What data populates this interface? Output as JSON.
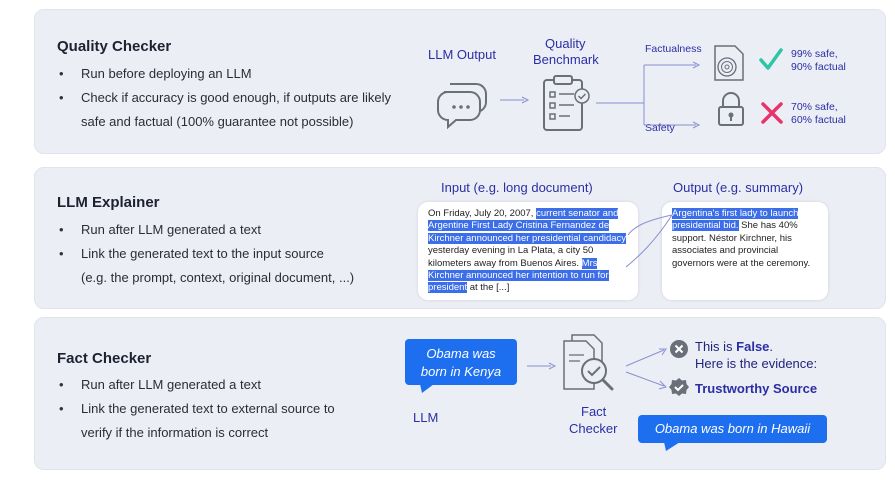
{
  "quality_checker": {
    "title": "Quality Checker",
    "bullets": [
      "Run before deploying an LLM",
      "Check if accuracy is good enough, if outputs are likely",
      "safe and factual (100% guarantee not possible)"
    ],
    "llm_output_label": "LLM Output",
    "benchmark_label_1": "Quality",
    "benchmark_label_2": "Benchmark",
    "factualness_label": "Factualness",
    "safety_label": "Safety",
    "result_good_1": "99% safe,",
    "result_good_2": "90% factual",
    "result_bad_1": "70% safe,",
    "result_bad_2": "60% factual",
    "colors": {
      "check": "#2ec4a6",
      "cross": "#e8336b"
    }
  },
  "llm_explainer": {
    "title": "LLM Explainer",
    "bullets": [
      "Run after LLM generated a text",
      "Link the generated text to the input source",
      "(e.g. the prompt, context, original document, ...)"
    ],
    "input_label": "Input (e.g. long document)",
    "output_label": "Output (e.g. summary)",
    "input_text": {
      "t1": "On Friday, July 20, 2007, ",
      "h1": "current senator and Argentine First Lady Cristina Fernandez de Kirchner announced her presidential candidacy",
      "t2": " yesterday evening in La Plata, a city 50 kilometers away from Buenos Aires. ",
      "h2": "Mrs Kirchner announced her intention to run for president",
      "t3": " at the [...]"
    },
    "output_text": {
      "h1": "Argentina's first lady to launch presidential bid.",
      "t1": " She has 40% support. Néstor Kirchner, his associates and provincial governors were at the ceremony."
    }
  },
  "fact_checker": {
    "title": "Fact Checker",
    "bullets": [
      "Run after LLM generated a text",
      "Link the generated text to external source to",
      "verify if the information is correct"
    ],
    "claim_line_1": "Obama was",
    "claim_line_2": "born in Kenya",
    "llm_label": "LLM",
    "checker_label_1": "Fact",
    "checker_label_2": "Checker",
    "verdict_prefix": "This is ",
    "verdict_word": "False",
    "verdict_suffix": ".",
    "evidence_label": "Here is the evidence:",
    "source_label": "Trustworthy Source",
    "evidence_text": "Obama was born in Hawaii"
  }
}
